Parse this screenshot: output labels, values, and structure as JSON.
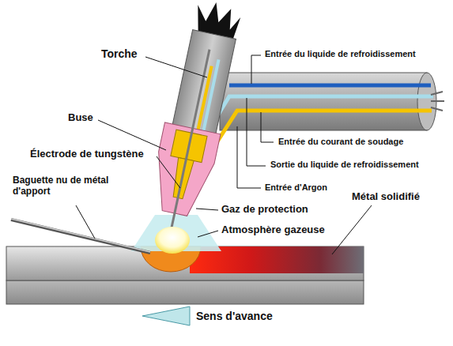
{
  "diagram": {
    "labels": [
      "Torche",
      "Entrée du liquide de refroidissement",
      "Buse",
      "Entrée du courant de soudage",
      "Électrode de tungstène",
      "Sortie du liquide de refroidissement",
      "Entrée d'Argon",
      "Baguette nu de métal d'apport",
      "Gaz de protection",
      "Métal solidifié",
      "Atmosphère gazeuse",
      "Sens d'avance"
    ]
  }
}
